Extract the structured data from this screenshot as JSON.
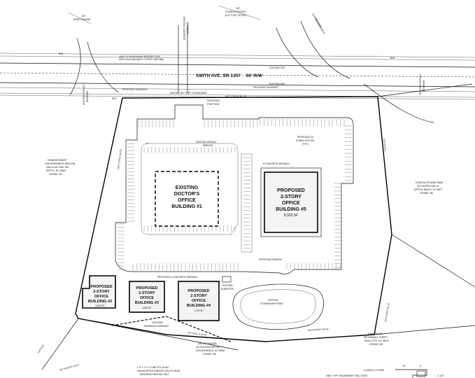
{
  "road": {
    "name": "SMITH AVE. SR-1357",
    "row": "60' R/W",
    "centerline_note_1": "1819' TO CENTERLINE INTERSECTION",
    "centerline_note_2": "SMITH AVE AND BALEY STREET (SR 1360)",
    "existing_eop_1": "EXISTING EOP",
    "existing_eop_2": "EXISTING EOP",
    "proposed_pavement_1": "PROPOSED PAVEMENT",
    "proposed_pavement_2": "PROPOSED PAVEMENT",
    "stormdrain": "EXISTING 18\" HDPE STORMDRAIN",
    "bearing_top": "N76°17'50\"W  341.44'",
    "rw_label": "R/W"
  },
  "neighbors": {
    "nw_owner_1": "N/F",
    "nw_owner_2": "JESSE GRAHAM",
    "ne_owner_1": "N/F",
    "ne_owner_2": "CHARLES HESTER",
    "ne_owner_3": "(U.S. POST OFFICE)",
    "west_owner_1": "EDWARD SWEATT",
    "west_owner_2": "(THE BRUNSWICK BEACON)",
    "west_owner_3": "2640 ALAN TRAIL SW",
    "west_owner_4": "SUPPLY, NC 28462",
    "west_owner_5": "ZONING: HB",
    "east_owner_1": "COASTAL FEDERAL BANK",
    "east_owner_2": "2120 NORTH OAK ST",
    "east_owner_3": "MYRTLE BEACH, SC 29577",
    "east_owner_4": "ZONING: HB",
    "south_owner_1": "JOEY D. FAMONS",
    "south_owner_2": "110 SOUTHSHORE DR",
    "south_owner_3": "HOLDEN BEACH, NC 28462",
    "south_owner_4": "ZONING: HB",
    "se_owner_1": "ILMA GRAVES",
    "se_owner_2": "530 RANDALL STREET",
    "se_owner_3": "SHALLOTTE, NC 28470",
    "se_owner_4": "ZONING: HB"
  },
  "driveways": {
    "existing_concrete_1": "EXISTING CONCRETE",
    "existing_concrete_2": "DRIVEWAY",
    "existing_asphalt_1": "EXISTING ASPHALT",
    "existing_asphalt_2": "DRIVEWAY"
  },
  "site": {
    "existing_asphalt_parking_1": "EXISTING ASPHALT",
    "existing_asphalt_parking_2": "PARKING",
    "proposed_stop_sign_1": "PROPOSED",
    "proposed_stop_sign_2": "STOP SIGN",
    "curb_1": "PROPOSED 24\"",
    "curb_2": "CURB & GUTTER",
    "curb_3": "(TYP.)",
    "sidewalk_top": "5' CONCRETE SIDEWALK",
    "sidewalk_bottom": "PROPOSED 5' CONCRETE SIDEWALK",
    "proposed_parking": "PROPOSED PARKING",
    "dumpster_1": "EXISTING",
    "dumpster_2": "DUMPSTER",
    "pond_1": "EXISTING",
    "pond_2": "STORMWATER POND",
    "drainage_1": "EXISTING",
    "drainage_2": "DRAINAGE EASEMENT",
    "sign_note_1": "1' 6\" x 1' 0\" x 0.080 STD. ALUM.",
    "sign_note_2": "HANDICAPPED PARKING SIGN TO READ",
    "sign_note_3": "RESERVED PARKING ONLY",
    "pavement_section": "SEE TYP. PAVEMENT SECTION",
    "class_a": "CLASS A CONC.",
    "dim_18": "18\"",
    "dim_6": "6\"",
    "dim_112": "1 1/2\"",
    "bearing_w": "N29°17'48\"E  333.20'",
    "bearing_e": "S28°16'19\"E  ...",
    "bearing_se": "S16°14'48\"E  55.18'",
    "bearing_s1": "S81°35'49\"W  130.44'",
    "bearing_s2": "S61°22'51\"E  91.26'",
    "bearing_sw1": "S81°15'55\"W  125.31'",
    "bearing_sw2": "N10°45'W  ..."
  },
  "buildings": {
    "b1": {
      "l1": "EXISTING",
      "l2": "DOCTOR'S",
      "l3": "OFFICE",
      "l4": "BUILDING #1"
    },
    "b2": {
      "l1": "PROPOSED",
      "l2": "2-STORY",
      "l3": "OFFICE",
      "l4": "BUILDING #2",
      "sf": "5,600 SF"
    },
    "b3": {
      "l1": "PROPOSED",
      "l2": "2-STORY",
      "l3": "OFFICE",
      "l4": "BUILDING #3",
      "sf": "4,800 SF"
    },
    "b4": {
      "l1": "PROPOSED",
      "l2": "2-STORY",
      "l3": "OFFICE",
      "l4": "BUILDING #4",
      "sf": "7,200 SF"
    },
    "b5": {
      "l1": "PROPOSED",
      "l2": "2-STORY",
      "l3": "OFFICE",
      "l4": "BUILDING #5",
      "sf": "8,320 SF"
    }
  }
}
